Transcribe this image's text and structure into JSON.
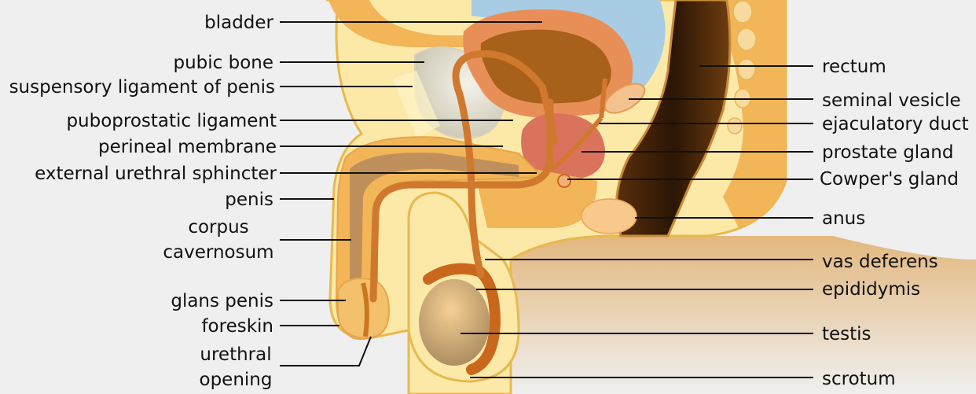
{
  "labels": {
    "left": [
      "bladder",
      "pubic bone",
      "suspensory ligament of penis",
      "puboprostatic ligament",
      "perineal membrane",
      "external urethral sphincter",
      "penis",
      "corpus cavernosum",
      "glans penis",
      "foreskin",
      "urethral opening"
    ],
    "right": [
      "rectum",
      "seminal vesicle",
      "ejaculatory duct",
      "prostate gland",
      "Cowper's gland",
      "anus",
      "vas deferens",
      "epididymis",
      "testis",
      "scrotum"
    ],
    "corpus_line1": "corpus",
    "corpus_line2": "cavernosum",
    "urethral_line1": "urethral",
    "urethral_line2": "opening"
  },
  "colors": {
    "background": "#efefef",
    "skin": "#fce9a8",
    "skin_outline": "#e7b94f",
    "tissue": "#f2b558",
    "bladder": "#e88f58",
    "bladder_inner": "#a8611a",
    "prostate": "#d9735c",
    "rectum_dark": "#3b2008",
    "rectum_mid": "#8a4e1a",
    "bone": "#e8e4d4",
    "blue": "#a8cce3",
    "testis": "#c9a471",
    "duct": "#d0782e",
    "leader": "#111111"
  }
}
